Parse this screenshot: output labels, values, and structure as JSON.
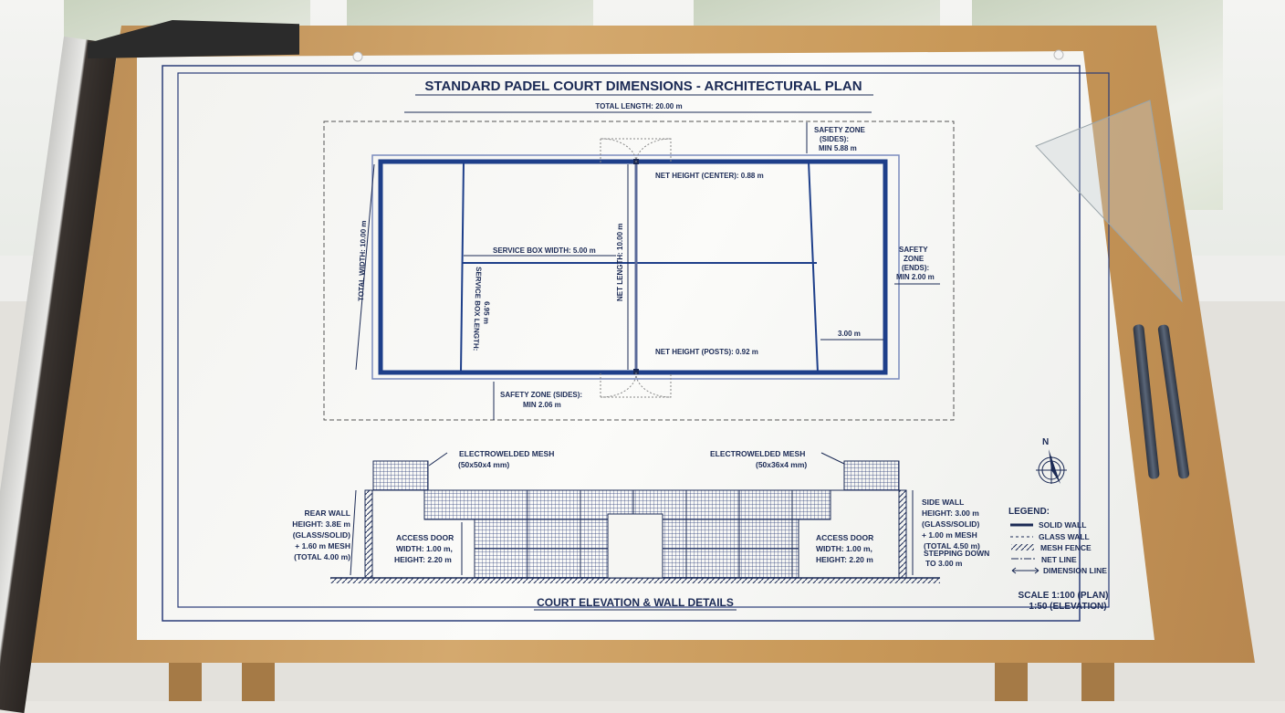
{
  "plan": {
    "title": "STANDARD PADEL COURT DIMENSIONS - ARCHITECTURAL PLAN",
    "total_length": "TOTAL LENGTH: 20.00 m",
    "safety_top": [
      "SAFETY ZONE",
      "(SIDES):",
      "MIN 5.88 m"
    ],
    "net_center": "NET HEIGHT (CENTER): 0.88 m",
    "net_posts": "NET HEIGHT (POSTS): 0.92 m",
    "total_width": "TOTAL WIDTH: 10.00 m",
    "service_box_width": "SERVICE BOX WIDTH: 5.00 m",
    "service_box_length": [
      "SERVICE BOX LENGTH:",
      "6.95 m"
    ],
    "net_length": "NET LENGTH: 10.00 m",
    "safety_right": [
      "SAFETY",
      "ZONE",
      "(ENDS):",
      "MIN 2.00 m"
    ],
    "back_dim": "3.00 m",
    "safety_bottom": [
      "SAFETY ZONE (SIDES):",
      "MIN 2.06 m"
    ]
  },
  "elevation": {
    "title": "COURT ELEVATION & WALL DETAILS",
    "mesh_left": [
      "ELECTROWELDED MESH",
      "(50x50x4 mm)"
    ],
    "mesh_right": [
      "ELECTROWELDED MESH",
      "(50x36x4 mm)"
    ],
    "rear_wall": [
      "REAR WALL",
      "HEIGHT: 3.8E m",
      "(GLASS/SOLID)",
      "+ 1.60 m MESH",
      "(TOTAL 4.00 m)"
    ],
    "door_left": [
      "ACCESS DOOR",
      "WIDTH: 1.00 m,",
      "HEIGHT: 2.20 m"
    ],
    "door_right": [
      "ACCESS DOOR",
      "WIDTH: 1.00 m,",
      "HEIGHT: 2.20 m"
    ],
    "side_wall": [
      "SIDE WALL",
      "HEIGHT: 3.00 m",
      "(GLASS/SOLID)",
      "+ 1.00 m MESH",
      "(TOTAL 4.50 m)",
      "STEPPING DOWN",
      "TO 3.00 m"
    ]
  },
  "compass": "N",
  "legend": {
    "title": "LEGEND:",
    "items": [
      "SOLID WALL",
      "GLASS WALL",
      "MESH FENCE",
      "NET LINE",
      "DIMENSION LINE"
    ]
  },
  "scale": [
    "SCALE 1:100 (PLAN)",
    "1:50 (ELEVATION)"
  ],
  "colors": {
    "ink": "#1b2a55",
    "court_line": "#1e3f8a",
    "paper": "#f6f6f3",
    "wood": "#c89858"
  }
}
